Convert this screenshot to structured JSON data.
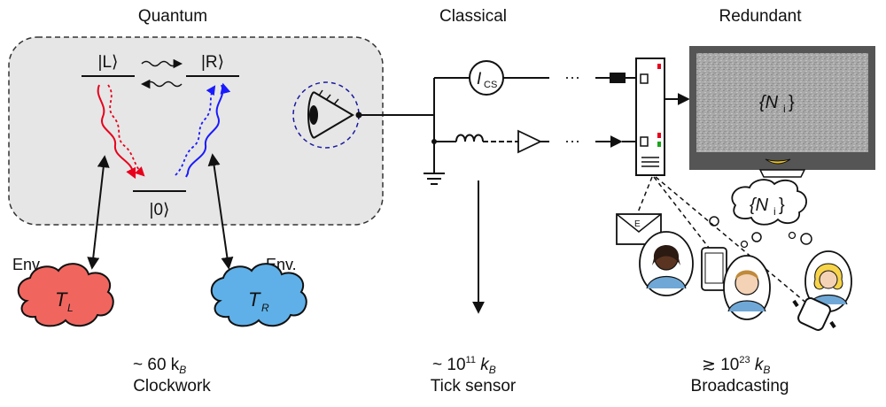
{
  "headers": {
    "quantum": "Quantum",
    "classical": "Classical",
    "redundant": "Redundant"
  },
  "quantum": {
    "state_left": "|L⟩",
    "state_right": "|R⟩",
    "state_ground": "|0⟩",
    "env_left_label": "Env.",
    "env_right_label": "Env.",
    "temp_left": "T",
    "temp_left_sub": "L",
    "temp_right": "T",
    "temp_right_sub": "R",
    "box_color": "#e6e6e6",
    "red": "#e8001c",
    "blue": "#1a1aff",
    "cloud_left_color": "#f0665f",
    "cloud_right_color": "#5fb0e8"
  },
  "classical": {
    "current_symbol": "I",
    "current_sub": "CS",
    "dots_top": "···",
    "dots_bottom": "···"
  },
  "redundant": {
    "screen_text": "{N",
    "screen_sub": "i",
    "screen_close": "}",
    "thought_text": "{N",
    "thought_sub": "i",
    "thought_close": "}",
    "envelope_letter": "E",
    "person_colors": [
      "#2b1a12",
      "#f5d27a",
      "#f7d44a"
    ],
    "led_colors": [
      "#e8001c",
      "#1aa51a"
    ],
    "banana_color": "#f2c81c"
  },
  "footer": {
    "quantum_value": "~ 60 k",
    "quantum_sub": "B",
    "quantum_caption": "Clockwork",
    "classical_value_prefix": "~ 10",
    "classical_exp": "11",
    "classical_k": " k",
    "classical_sub": "B",
    "classical_caption": "Tick sensor",
    "redundant_value_prefix": "≳ 10",
    "redundant_exp": "23",
    "redundant_k": " k",
    "redundant_sub": "B",
    "redundant_caption": "Broadcasting"
  }
}
